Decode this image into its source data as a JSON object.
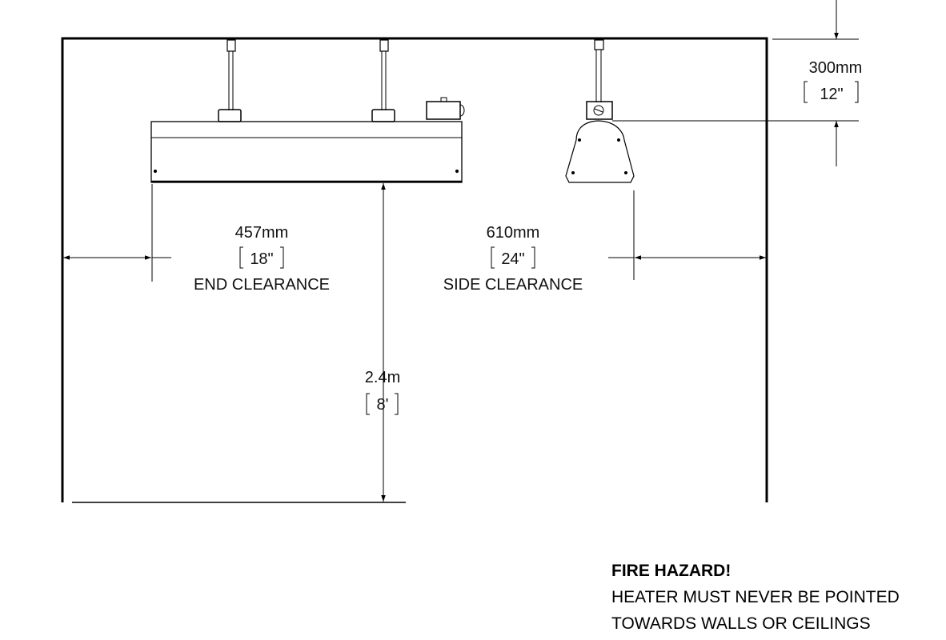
{
  "dimensions": {
    "ceiling_clearance": {
      "metric": "300mm",
      "imperial": "12\""
    },
    "end_clearance": {
      "metric": "457mm",
      "imperial": "18\"",
      "label": "END CLEARANCE"
    },
    "side_clearance": {
      "metric": "610mm",
      "imperial": "24\"",
      "label": "SIDE CLEARANCE"
    },
    "mounting_height": {
      "metric": "2.4m",
      "imperial": "8'"
    }
  },
  "warning": {
    "title": "FIRE HAZARD!",
    "line1": "HEATER MUST NEVER BE POINTED",
    "line2": "TOWARDS WALLS OR CEILINGS"
  },
  "colors": {
    "line": "#000000",
    "background": "#ffffff"
  }
}
